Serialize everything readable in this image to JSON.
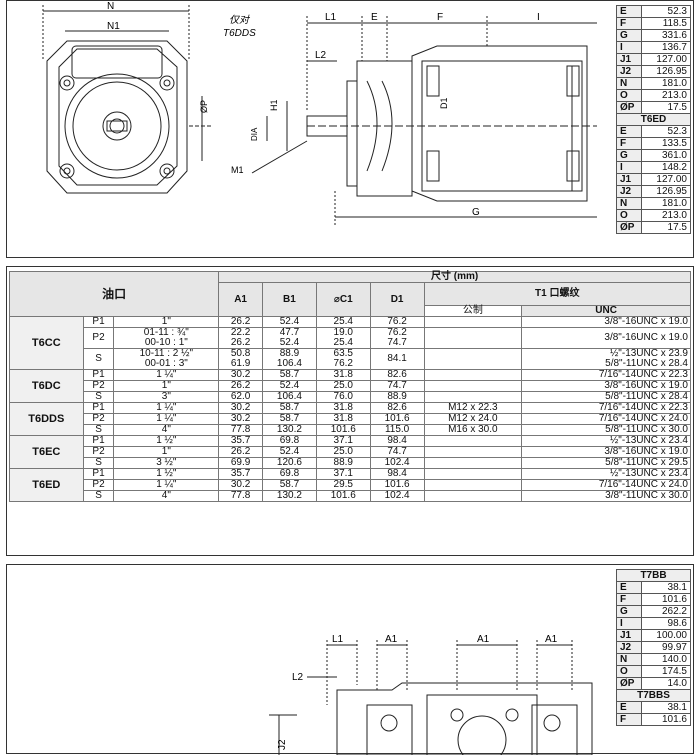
{
  "top_drawing": {
    "labels": {
      "n": "N",
      "n1": "N1",
      "l1": "L1",
      "e": "E",
      "f": "F",
      "i": "I",
      "l2": "L2",
      "p": "ØP",
      "h1": "H1",
      "d1": "D1",
      "dia": "DIA",
      "m1": "M1",
      "g": "G",
      "caption1": "仅对",
      "caption2": "T6DDS"
    }
  },
  "top_dims": {
    "rows_a": [
      {
        "k": "E",
        "v": "52.3"
      },
      {
        "k": "F",
        "v": "118.5"
      },
      {
        "k": "G",
        "v": "331.6"
      },
      {
        "k": "I",
        "v": "136.7"
      },
      {
        "k": "J1",
        "v": "127.00"
      },
      {
        "k": "J2",
        "v": "126.95"
      },
      {
        "k": "N",
        "v": "181.0"
      },
      {
        "k": "O",
        "v": "213.0"
      },
      {
        "k": "ØP",
        "v": "17.5"
      }
    ],
    "header_b": "T6ED",
    "rows_b": [
      {
        "k": "E",
        "v": "52.3"
      },
      {
        "k": "F",
        "v": "133.5"
      },
      {
        "k": "G",
        "v": "361.0"
      },
      {
        "k": "I",
        "v": "148.2"
      },
      {
        "k": "J1",
        "v": "127.00"
      },
      {
        "k": "J2",
        "v": "126.95"
      },
      {
        "k": "N",
        "v": "181.0"
      },
      {
        "k": "O",
        "v": "213.0"
      },
      {
        "k": "ØP",
        "v": "17.5"
      }
    ]
  },
  "table": {
    "h_port": "油口",
    "h_size": "尺寸 (mm)",
    "h_a1": "A1",
    "h_b1": "B1",
    "h_c1": "⌀C1",
    "h_d1": "D1",
    "h_t1": "T1 口螺纹",
    "h_metric": "公制",
    "h_unc": "UNC",
    "groups": [
      {
        "model": "T6CC",
        "rows": [
          {
            "port": "P1",
            "size": [
              "1\""
            ],
            "a1": [
              "26.2"
            ],
            "b1": [
              "52.4"
            ],
            "c1": [
              "25.4"
            ],
            "d1": [
              "76.2"
            ],
            "metric": "",
            "unc": [
              "3/8\"-16UNC x 19.0"
            ]
          },
          {
            "port": "P2",
            "size": [
              "01-11 : ¾\"",
              "00-10 :  1\""
            ],
            "a1": [
              "22.2",
              "26.2"
            ],
            "b1": [
              "47.7",
              "52.4"
            ],
            "c1": [
              "19.0",
              "25.4"
            ],
            "d1": [
              "76.2",
              "74.7"
            ],
            "metric": "",
            "unc": [
              "3/8\"-16UNC x 19.0"
            ]
          },
          {
            "port": "S",
            "size": [
              "10-11 : 2 ½\"",
              "00-01 :    3\""
            ],
            "a1": [
              "50.8",
              "61.9"
            ],
            "b1": [
              "88.9",
              "106.4"
            ],
            "c1": [
              "63.5",
              "76.2"
            ],
            "d1": [
              "84.1"
            ],
            "metric": "",
            "unc": [
              "½\"-13UNC x 23.9",
              "5/8\"-11UNC x 28.4"
            ]
          }
        ]
      },
      {
        "model": "T6DC",
        "rows": [
          {
            "port": "P1",
            "size": [
              "1 ¼\""
            ],
            "a1": [
              "30.2"
            ],
            "b1": [
              "58.7"
            ],
            "c1": [
              "31.8"
            ],
            "d1": [
              "82.6"
            ],
            "metric": "",
            "unc": [
              "7/16\"-14UNC x 22.3"
            ]
          },
          {
            "port": "P2",
            "size": [
              "1\""
            ],
            "a1": [
              "26.2"
            ],
            "b1": [
              "52.4"
            ],
            "c1": [
              "25.0"
            ],
            "d1": [
              "74.7"
            ],
            "metric": "",
            "unc": [
              "3/8\"-16UNC x 19.0"
            ]
          },
          {
            "port": "S",
            "size": [
              "3\""
            ],
            "a1": [
              "62.0"
            ],
            "b1": [
              "106.4"
            ],
            "c1": [
              "76.0"
            ],
            "d1": [
              "88.9"
            ],
            "metric": "",
            "unc": [
              "5/8\"-11UNC x 28.4"
            ]
          }
        ]
      },
      {
        "model": "T6DDS",
        "rows": [
          {
            "port": "P1",
            "size": [
              "1 ¼\""
            ],
            "a1": [
              "30.2"
            ],
            "b1": [
              "58.7"
            ],
            "c1": [
              "31.8"
            ],
            "d1": [
              "82.6"
            ],
            "metric": "M12 x 22.3",
            "unc": [
              "7/16\"-14UNC x 22.3"
            ]
          },
          {
            "port": "P2",
            "size": [
              "1 ¼\""
            ],
            "a1": [
              "30.2"
            ],
            "b1": [
              "58.7"
            ],
            "c1": [
              "31.8"
            ],
            "d1": [
              "101.6"
            ],
            "metric": "M12 x 24.0",
            "unc": [
              "7/16\"-14UNC x 24.0"
            ]
          },
          {
            "port": "S",
            "size": [
              "4\""
            ],
            "a1": [
              "77.8"
            ],
            "b1": [
              "130.2"
            ],
            "c1": [
              "101.6"
            ],
            "d1": [
              "115.0"
            ],
            "metric": "M16 x 30.0",
            "unc": [
              "5/8\"-11UNC x 30.0"
            ]
          }
        ]
      },
      {
        "model": "T6EC",
        "rows": [
          {
            "port": "P1",
            "size": [
              "1 ½\""
            ],
            "a1": [
              "35.7"
            ],
            "b1": [
              "69.8"
            ],
            "c1": [
              "37.1"
            ],
            "d1": [
              "98.4"
            ],
            "metric": "",
            "unc": [
              "½\"-13UNC x 23.4"
            ]
          },
          {
            "port": "P2",
            "size": [
              "1\""
            ],
            "a1": [
              "26.2"
            ],
            "b1": [
              "52.4"
            ],
            "c1": [
              "25.0"
            ],
            "d1": [
              "74.7"
            ],
            "metric": "",
            "unc": [
              "3/8\"-16UNC x 19.0"
            ]
          },
          {
            "port": "S",
            "size": [
              "3 ½\""
            ],
            "a1": [
              "69.9"
            ],
            "b1": [
              "120.6"
            ],
            "c1": [
              "88.9"
            ],
            "d1": [
              "102.4"
            ],
            "metric": "",
            "unc": [
              "5/8\"-11UNC x 29.5"
            ]
          }
        ]
      },
      {
        "model": "T6ED",
        "rows": [
          {
            "port": "P1",
            "size": [
              "1 ½\""
            ],
            "a1": [
              "35.7"
            ],
            "b1": [
              "69.8"
            ],
            "c1": [
              "37.1"
            ],
            "d1": [
              "98.4"
            ],
            "metric": "",
            "unc": [
              "½\"-13UNC x 23.4"
            ]
          },
          {
            "port": "P2",
            "size": [
              "1 ¼\""
            ],
            "a1": [
              "30.2"
            ],
            "b1": [
              "58.7"
            ],
            "c1": [
              "29.5"
            ],
            "d1": [
              "101.6"
            ],
            "metric": "",
            "unc": [
              "7/16\"-14UNC x 24.0"
            ]
          },
          {
            "port": "S",
            "size": [
              "4\""
            ],
            "a1": [
              "77.8"
            ],
            "b1": [
              "130.2"
            ],
            "c1": [
              "101.6"
            ],
            "d1": [
              "102.4"
            ],
            "metric": "",
            "unc": [
              "3/8\"-11UNC x 30.0"
            ]
          }
        ]
      }
    ]
  },
  "bottom_dims": {
    "header_a": "T7BB",
    "rows_a": [
      {
        "k": "E",
        "v": "38.1"
      },
      {
        "k": "F",
        "v": "101.6"
      },
      {
        "k": "G",
        "v": "262.2"
      },
      {
        "k": "I",
        "v": "98.6"
      },
      {
        "k": "J1",
        "v": "100.00"
      },
      {
        "k": "J2",
        "v": "99.97"
      },
      {
        "k": "N",
        "v": "140.0"
      },
      {
        "k": "O",
        "v": "174.5"
      },
      {
        "k": "ØP",
        "v": "14.0"
      }
    ],
    "header_b": "T7BBS",
    "rows_b": [
      {
        "k": "E",
        "v": "38.1"
      },
      {
        "k": "F",
        "v": "101.6"
      }
    ]
  },
  "bottom_drawing": {
    "labels": {
      "l1": "L1",
      "a1a": "A1",
      "a1b": "A1",
      "a1c": "A1",
      "l2": "L2",
      "j2": "J2"
    }
  }
}
